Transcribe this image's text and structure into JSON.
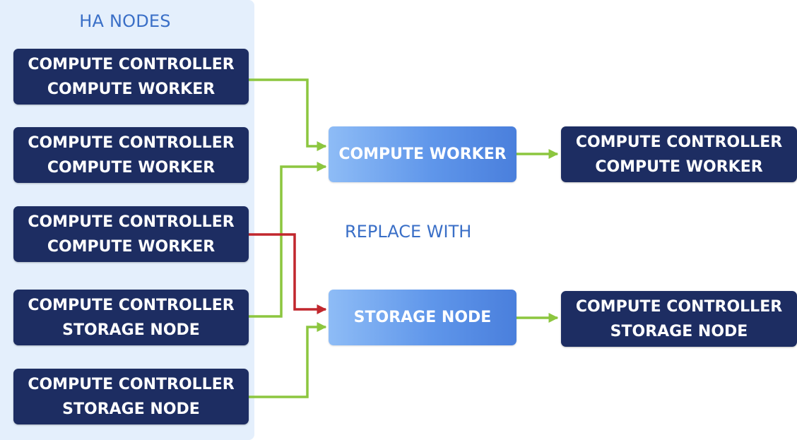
{
  "ha_panel": {
    "title": "HA NODES",
    "nodes": [
      {
        "line1": "COMPUTE CONTROLLER",
        "line2": "COMPUTE WORKER"
      },
      {
        "line1": "COMPUTE CONTROLLER",
        "line2": "COMPUTE WORKER"
      },
      {
        "line1": "COMPUTE CONTROLLER",
        "line2": "COMPUTE WORKER"
      },
      {
        "line1": "COMPUTE CONTROLLER",
        "line2": "STORAGE NODE"
      },
      {
        "line1": "COMPUTE CONTROLLER",
        "line2": "STORAGE NODE"
      }
    ]
  },
  "middle": {
    "compute_worker": "COMPUTE WORKER",
    "storage_node": "STORAGE NODE",
    "replace_label": "REPLACE WITH"
  },
  "right": {
    "top": {
      "line1": "COMPUTE CONTROLLER",
      "line2": "COMPUTE WORKER"
    },
    "bottom": {
      "line1": "COMPUTE CONTROLLER",
      "line2": "STORAGE NODE"
    }
  },
  "colors": {
    "panel_background": "#e4effc",
    "dark_node": "#1d2d62",
    "blue_node": "#5f96ea",
    "green_connector": "#8cc63f",
    "red_connector": "#c1272d",
    "label_text": "#3a6fc7"
  },
  "edges": [
    {
      "from": "ha-node-1",
      "to": "compute-worker-node",
      "kind": "normal"
    },
    {
      "from": "ha-node-4",
      "to": "compute-worker-node",
      "kind": "normal"
    },
    {
      "from": "ha-node-3",
      "to": "storage-node",
      "kind": "failed"
    },
    {
      "from": "ha-node-5",
      "to": "storage-node",
      "kind": "normal"
    },
    {
      "from": "compute-worker-node",
      "to": "right-node-top",
      "kind": "normal"
    },
    {
      "from": "storage-node",
      "to": "right-node-bottom",
      "kind": "normal"
    }
  ]
}
